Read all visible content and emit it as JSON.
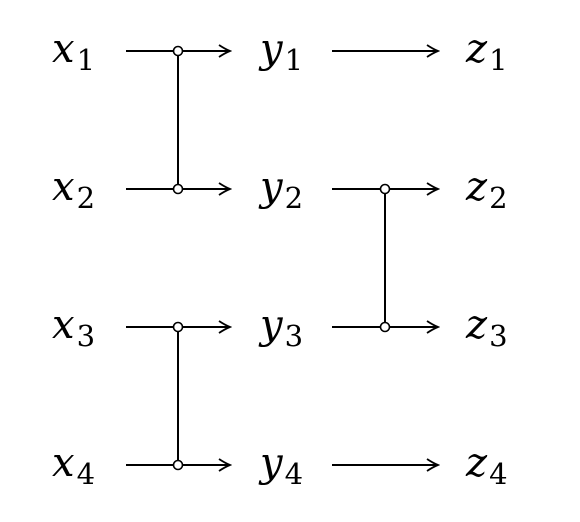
{
  "columns": [
    {
      "name": "x",
      "labels": [
        {
          "letter": "x",
          "index": "1"
        },
        {
          "letter": "x",
          "index": "2"
        },
        {
          "letter": "x",
          "index": "3"
        },
        {
          "letter": "x",
          "index": "4"
        }
      ]
    },
    {
      "name": "y",
      "labels": [
        {
          "letter": "y",
          "index": "1"
        },
        {
          "letter": "y",
          "index": "2"
        },
        {
          "letter": "y",
          "index": "3"
        },
        {
          "letter": "y",
          "index": "4"
        }
      ]
    },
    {
      "name": "z",
      "labels": [
        {
          "letter": "z",
          "index": "1"
        },
        {
          "letter": "z",
          "index": "2"
        },
        {
          "letter": "z",
          "index": "3"
        },
        {
          "letter": "z",
          "index": "4"
        }
      ]
    }
  ],
  "connections": [
    {
      "stage": 1,
      "between_rows": [
        1,
        2
      ]
    },
    {
      "stage": 1,
      "between_rows": [
        3,
        4
      ]
    },
    {
      "stage": 2,
      "between_rows": [
        2,
        3
      ]
    }
  ]
}
